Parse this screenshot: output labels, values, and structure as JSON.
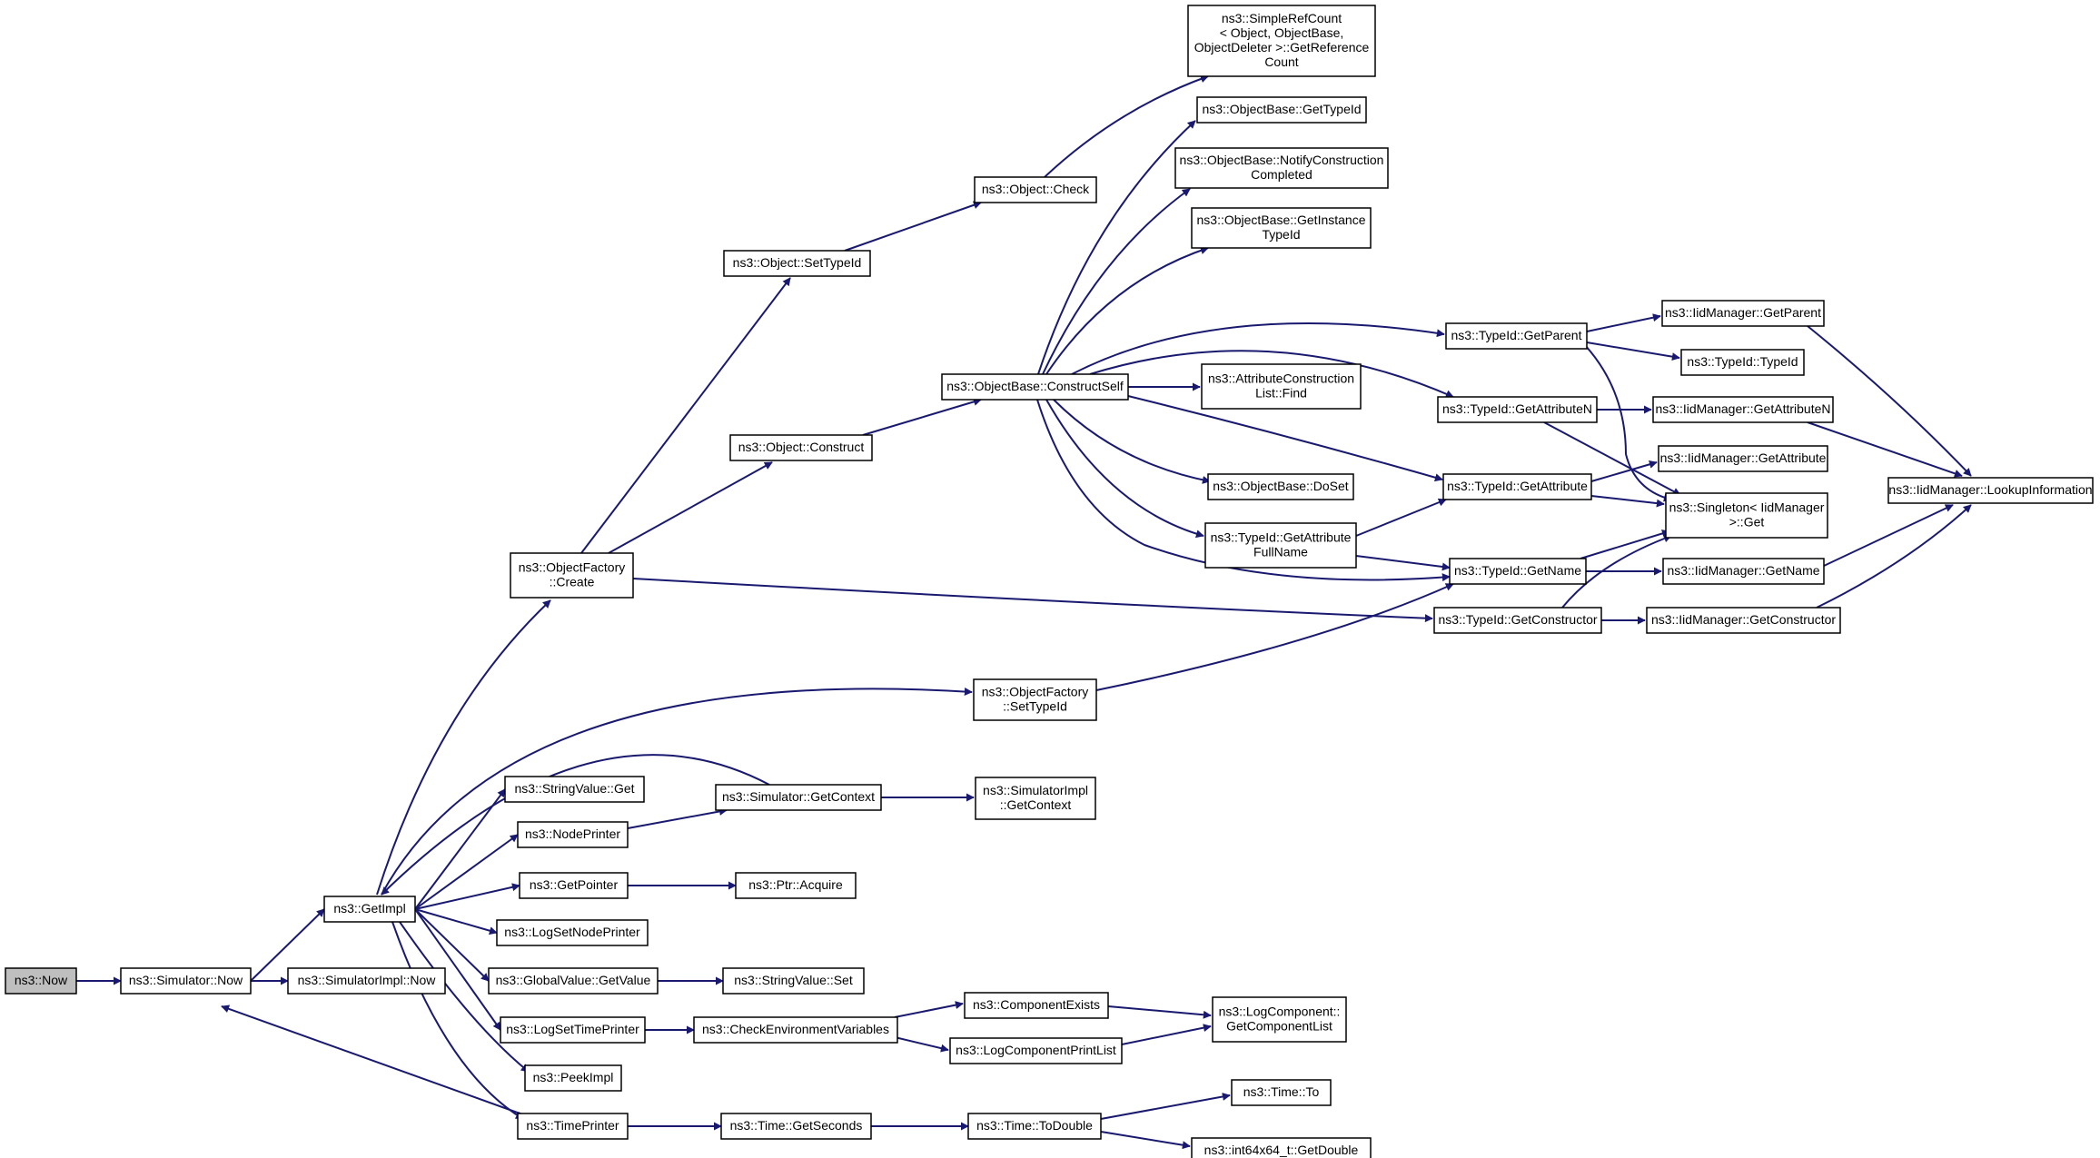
{
  "colors": {
    "edge": "#191970",
    "node_fill": "#ffffff",
    "node_border": "#000000",
    "root_fill": "#bfbfbf",
    "truncated_border": "#ff0000"
  },
  "nodes": [
    {
      "id": "now",
      "lines": [
        "ns3::Now"
      ],
      "style": "root"
    },
    {
      "id": "sim_now",
      "lines": [
        "ns3::Simulator::Now"
      ]
    },
    {
      "id": "simimpl_now",
      "lines": [
        "ns3::SimulatorImpl::Now"
      ]
    },
    {
      "id": "getimpl",
      "lines": [
        "ns3::GetImpl"
      ]
    },
    {
      "id": "of_create",
      "lines": [
        "ns3::ObjectFactory",
        "::Create"
      ]
    },
    {
      "id": "obj_settypeid",
      "lines": [
        "ns3::Object::SetTypeId"
      ]
    },
    {
      "id": "obj_check",
      "lines": [
        "ns3::Object::Check"
      ]
    },
    {
      "id": "simplerefcount",
      "lines": [
        "ns3::SimpleRefCount",
        "< Object, ObjectBase,",
        "ObjectDeleter >::GetReference",
        "Count"
      ]
    },
    {
      "id": "ob_gettypeid",
      "lines": [
        "ns3::ObjectBase::GetTypeId"
      ],
      "style": "truncated"
    },
    {
      "id": "ob_notify",
      "lines": [
        "ns3::ObjectBase::NotifyConstruction",
        "Completed"
      ]
    },
    {
      "id": "ob_getinst",
      "lines": [
        "ns3::ObjectBase::GetInstance",
        "TypeId"
      ]
    },
    {
      "id": "obj_construct",
      "lines": [
        "ns3::Object::Construct"
      ]
    },
    {
      "id": "ob_constructself",
      "lines": [
        "ns3::ObjectBase::ConstructSelf"
      ]
    },
    {
      "id": "attrlist_find",
      "lines": [
        "ns3::AttributeConstruction",
        "List::Find"
      ]
    },
    {
      "id": "ob_doset",
      "lines": [
        "ns3::ObjectBase::DoSet"
      ]
    },
    {
      "id": "tid_getattrfull",
      "lines": [
        "ns3::TypeId::GetAttribute",
        "FullName"
      ]
    },
    {
      "id": "tid_getparent",
      "lines": [
        "ns3::TypeId::GetParent"
      ]
    },
    {
      "id": "tid_getattrn",
      "lines": [
        "ns3::TypeId::GetAttributeN"
      ]
    },
    {
      "id": "tid_getattr",
      "lines": [
        "ns3::TypeId::GetAttribute"
      ]
    },
    {
      "id": "tid_getname",
      "lines": [
        "ns3::TypeId::GetName"
      ]
    },
    {
      "id": "tid_getconstructor",
      "lines": [
        "ns3::TypeId::GetConstructor"
      ]
    },
    {
      "id": "iid_getparent",
      "lines": [
        "ns3::IidManager::GetParent"
      ]
    },
    {
      "id": "tid_typeid",
      "lines": [
        "ns3::TypeId::TypeId"
      ]
    },
    {
      "id": "iid_getattrn",
      "lines": [
        "ns3::IidManager::GetAttributeN"
      ]
    },
    {
      "id": "iid_getattr",
      "lines": [
        "ns3::IidManager::GetAttribute"
      ]
    },
    {
      "id": "singleton_get",
      "lines": [
        "ns3::Singleton< IidManager",
        " >::Get"
      ]
    },
    {
      "id": "iid_getname",
      "lines": [
        "ns3::IidManager::GetName"
      ]
    },
    {
      "id": "iid_getconstructor",
      "lines": [
        "ns3::IidManager::GetConstructor"
      ]
    },
    {
      "id": "iid_lookup",
      "lines": [
        "ns3::IidManager::LookupInformation"
      ]
    },
    {
      "id": "of_settypeid",
      "lines": [
        "ns3::ObjectFactory",
        "::SetTypeId"
      ]
    },
    {
      "id": "strval_get",
      "lines": [
        "ns3::StringValue::Get"
      ]
    },
    {
      "id": "sim_getcontext",
      "lines": [
        "ns3::Simulator::GetContext"
      ]
    },
    {
      "id": "simimpl_getcontext",
      "lines": [
        "ns3::SimulatorImpl",
        "::GetContext"
      ]
    },
    {
      "id": "nodeprinter",
      "lines": [
        "ns3::NodePrinter"
      ]
    },
    {
      "id": "getpointer",
      "lines": [
        "ns3::GetPointer"
      ]
    },
    {
      "id": "ptr_acquire",
      "lines": [
        "ns3::Ptr::Acquire"
      ]
    },
    {
      "id": "logsetnodeprinter",
      "lines": [
        "ns3::LogSetNodePrinter"
      ]
    },
    {
      "id": "gv_getvalue",
      "lines": [
        "ns3::GlobalValue::GetValue"
      ]
    },
    {
      "id": "strval_set",
      "lines": [
        "ns3::StringValue::Set"
      ]
    },
    {
      "id": "logsettimeprinter",
      "lines": [
        "ns3::LogSetTimePrinter"
      ]
    },
    {
      "id": "checkenv",
      "lines": [
        "ns3::CheckEnvironmentVariables"
      ]
    },
    {
      "id": "compexists",
      "lines": [
        "ns3::ComponentExists"
      ]
    },
    {
      "id": "logcompprintlist",
      "lines": [
        "ns3::LogComponentPrintList"
      ]
    },
    {
      "id": "logcomp_getlist",
      "lines": [
        "ns3::LogComponent::",
        "GetComponentList"
      ]
    },
    {
      "id": "peekimpl",
      "lines": [
        "ns3::PeekImpl"
      ]
    },
    {
      "id": "timeprinter",
      "lines": [
        "ns3::TimePrinter"
      ]
    },
    {
      "id": "time_getseconds",
      "lines": [
        "ns3::Time::GetSeconds"
      ]
    },
    {
      "id": "time_todouble",
      "lines": [
        "ns3::Time::ToDouble"
      ]
    },
    {
      "id": "time_to",
      "lines": [
        "ns3::Time::To"
      ],
      "style": "truncated"
    },
    {
      "id": "int64_getdouble",
      "lines": [
        "ns3::int64x64_t::GetDouble"
      ]
    }
  ]
}
